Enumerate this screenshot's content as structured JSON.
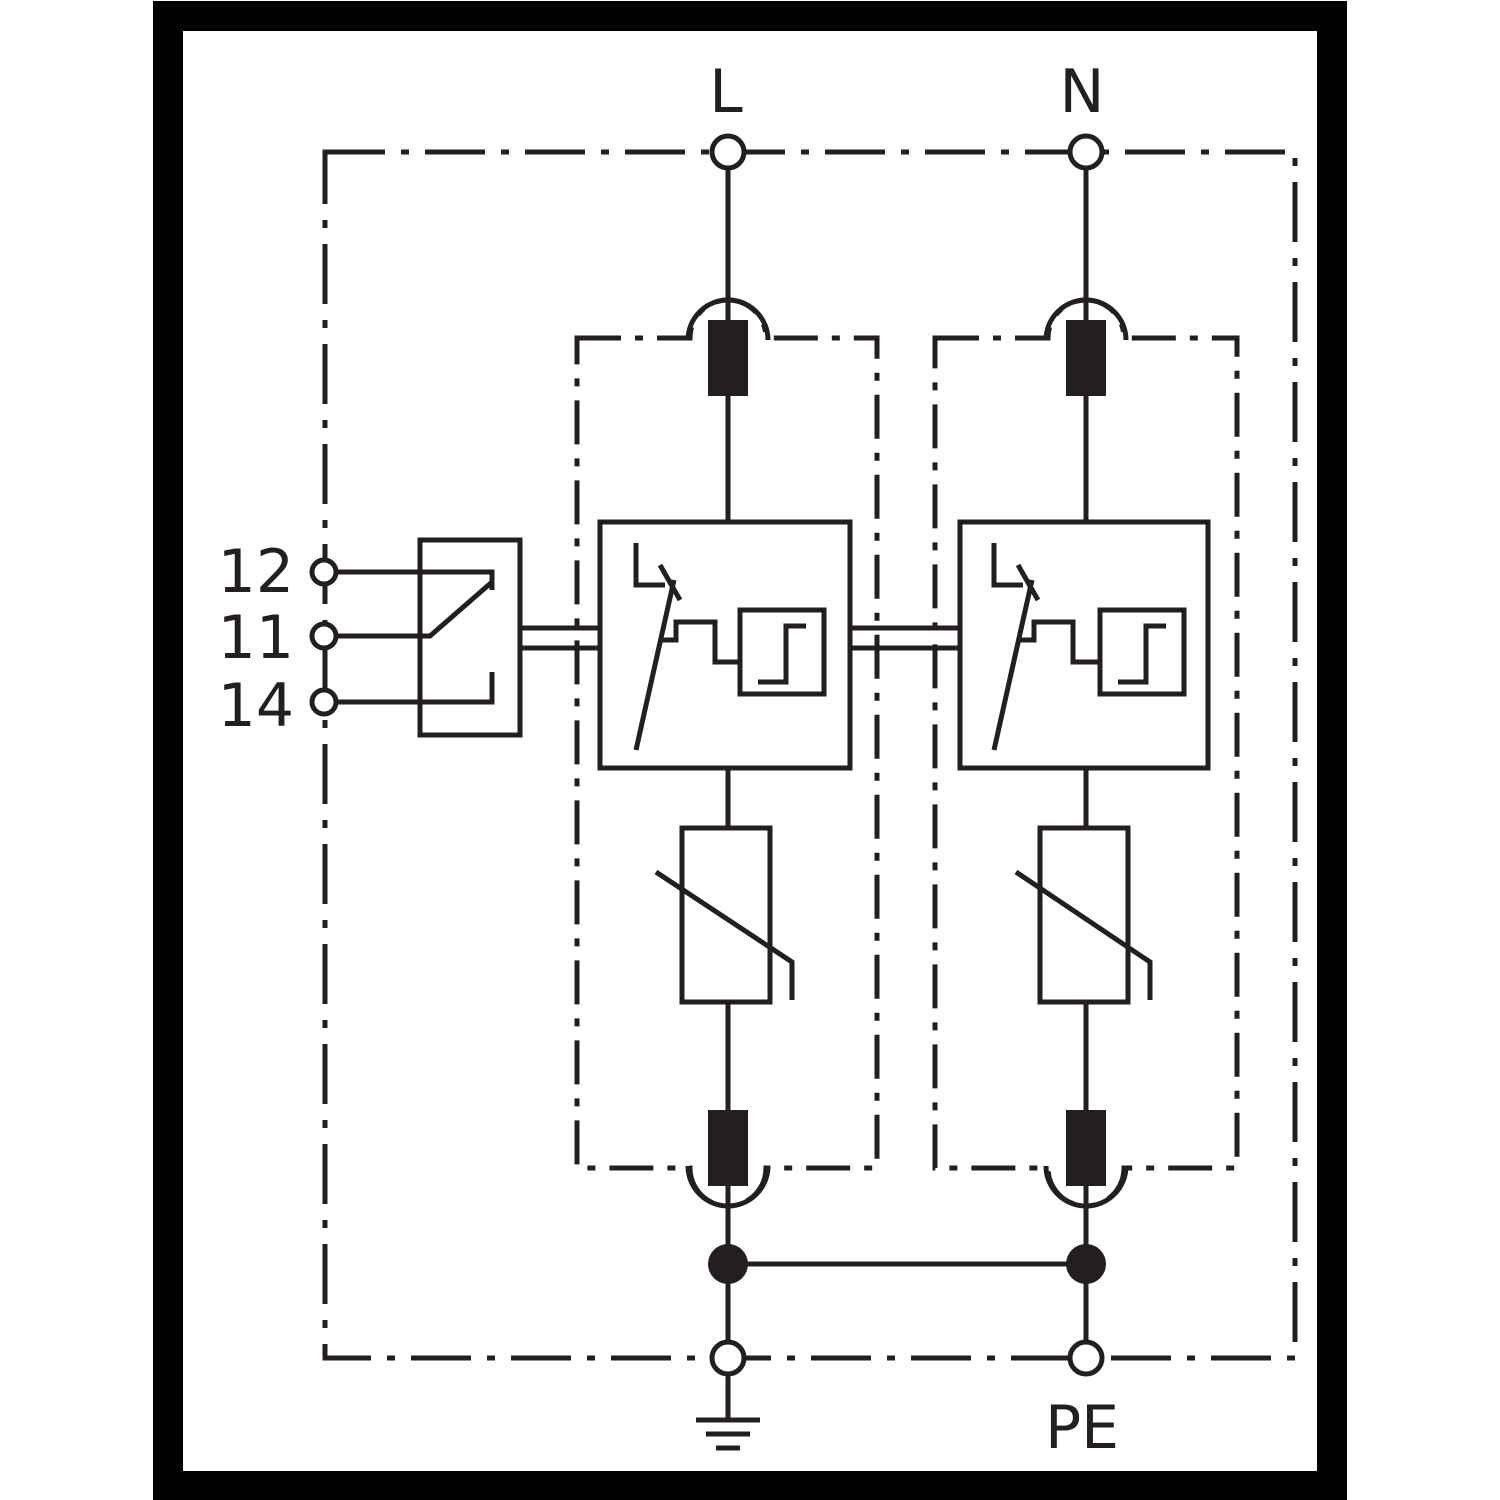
{
  "terminals": {
    "line": "L",
    "neutral": "N",
    "protective_earth": "PE",
    "contact_12": "12",
    "contact_11": "11",
    "contact_14": "14"
  },
  "icons": {
    "earth": "earth-ground-icon",
    "varistor": "varistor-icon",
    "disconnector": "thermal-disconnector-icon",
    "indicator": "status-indicator-icon",
    "fuse": "fuse-icon",
    "remote_contact": "changeover-contact-icon"
  },
  "colors": {
    "ink": "#231f20",
    "background": "#ffffff",
    "frame": "#000000"
  }
}
